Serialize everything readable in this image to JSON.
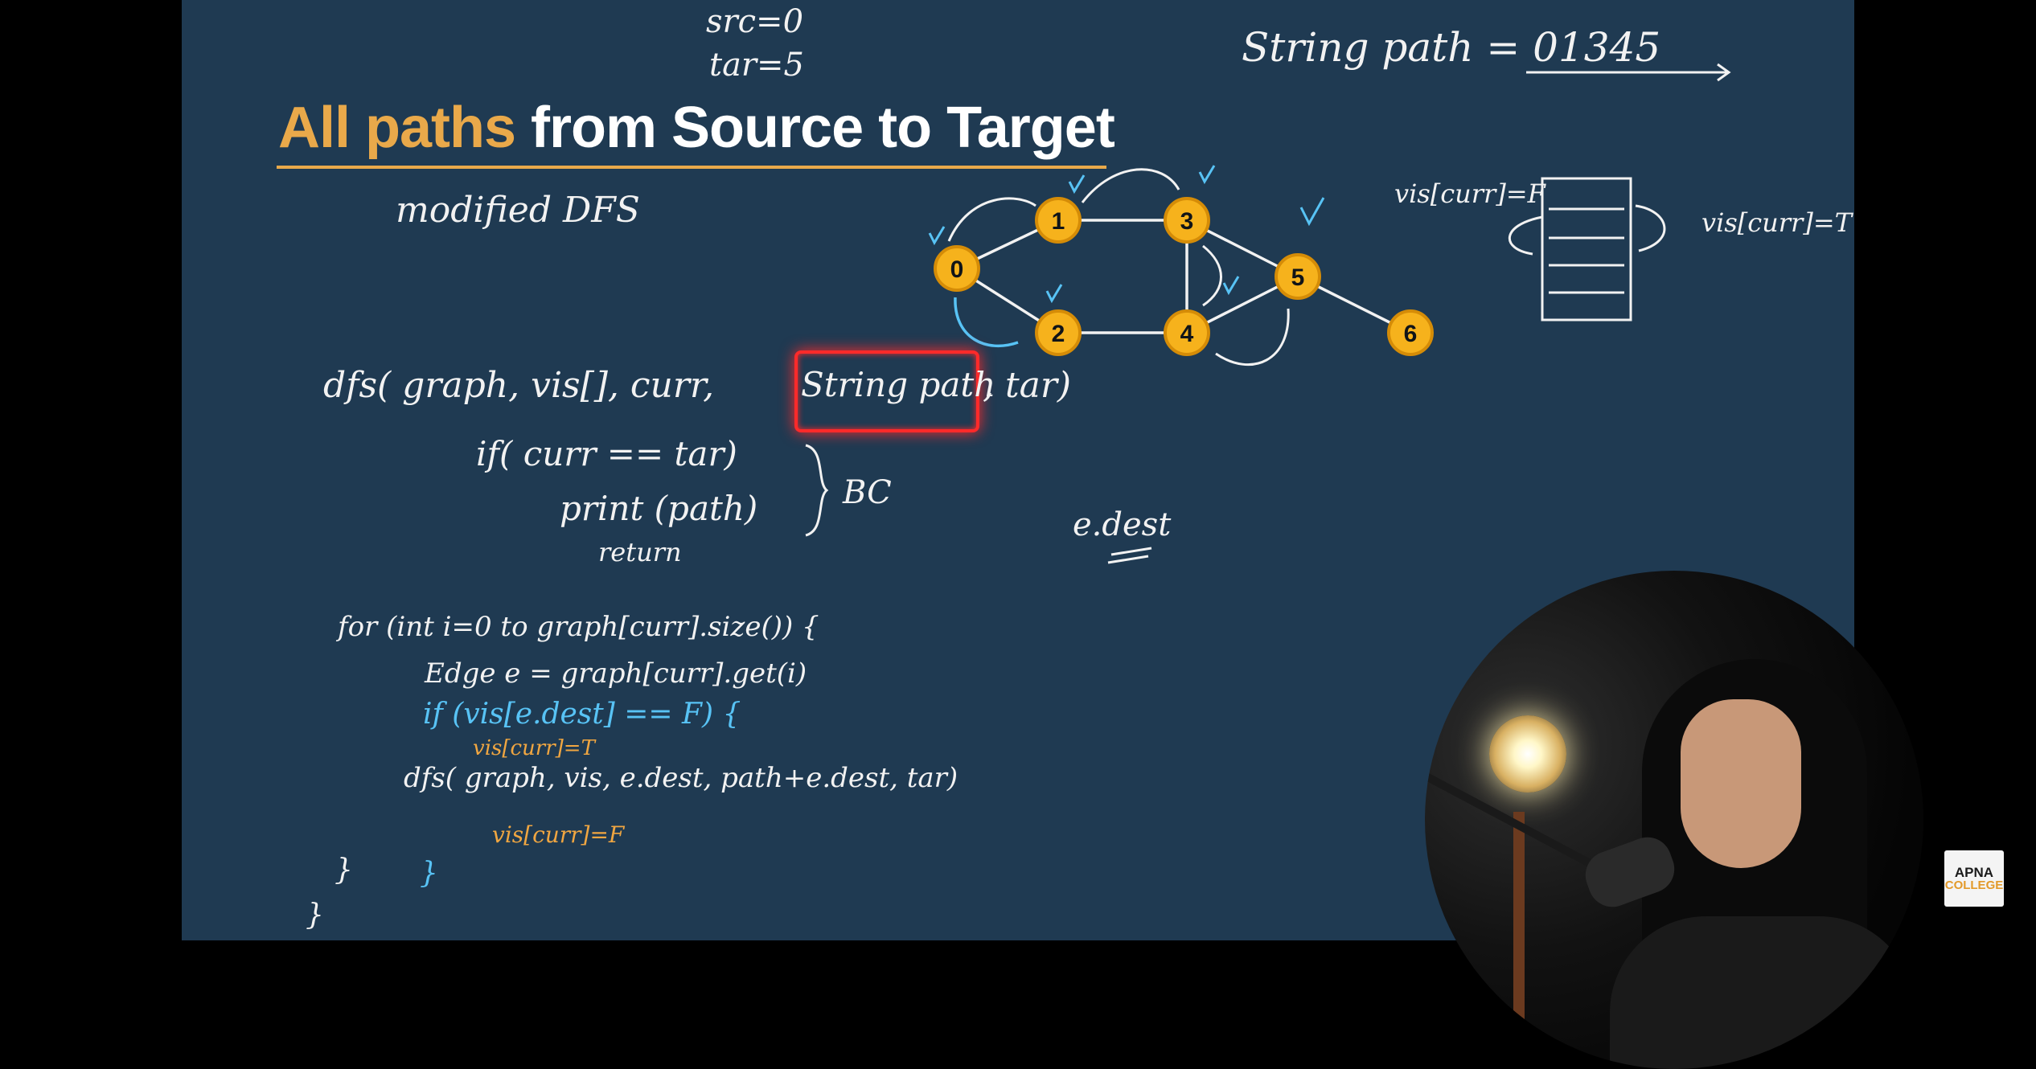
{
  "title": {
    "accent": "All paths",
    "rest": " from Source to Target"
  },
  "notes": {
    "src": "src=0",
    "tar": "tar=5",
    "string_path": "String path = 01345",
    "modified_dfs": "modified DFS",
    "dfs_signature_start": "dfs( graph, vis[], curr,",
    "dfs_string_path": "String path",
    "dfs_signature_end": ", tar)",
    "if_base": "if( curr == tar)",
    "print_path": "print (path)",
    "return": "return",
    "bc": "BC",
    "e_dest": "e.dest",
    "for_loop": "for (int i=0 to graph[curr].size()) {",
    "edge_line": "Edge e = graph[curr].get(i)",
    "if_vis": "if (vis[e.dest] == F) {",
    "vis_true": "vis[curr]=T",
    "dfs_call": "dfs( graph, vis, e.dest, path+e.dest, tar)",
    "vis_false": "vis[curr]=F",
    "close_inner": "}",
    "close_mid": "}",
    "close_outer": "}",
    "stack_left": "vis[curr]=F",
    "stack_right": "vis[curr]=T"
  },
  "graph": {
    "nodes": [
      "0",
      "1",
      "2",
      "3",
      "4",
      "5",
      "6"
    ],
    "edges": [
      [
        "0",
        "1"
      ],
      [
        "0",
        "2"
      ],
      [
        "1",
        "3"
      ],
      [
        "2",
        "4"
      ],
      [
        "3",
        "4"
      ],
      [
        "3",
        "5"
      ],
      [
        "4",
        "5"
      ],
      [
        "5",
        "6"
      ]
    ],
    "node_color": "#f6b21c"
  },
  "logo": {
    "line1": "APNA",
    "line2": "COLLEGE"
  },
  "colors": {
    "board": "#1f3a52",
    "accent": "#e9a94a",
    "highlight_box": "#ff2a2a",
    "blue_ink": "#58c3f5",
    "orange_ink": "#f0a641"
  }
}
